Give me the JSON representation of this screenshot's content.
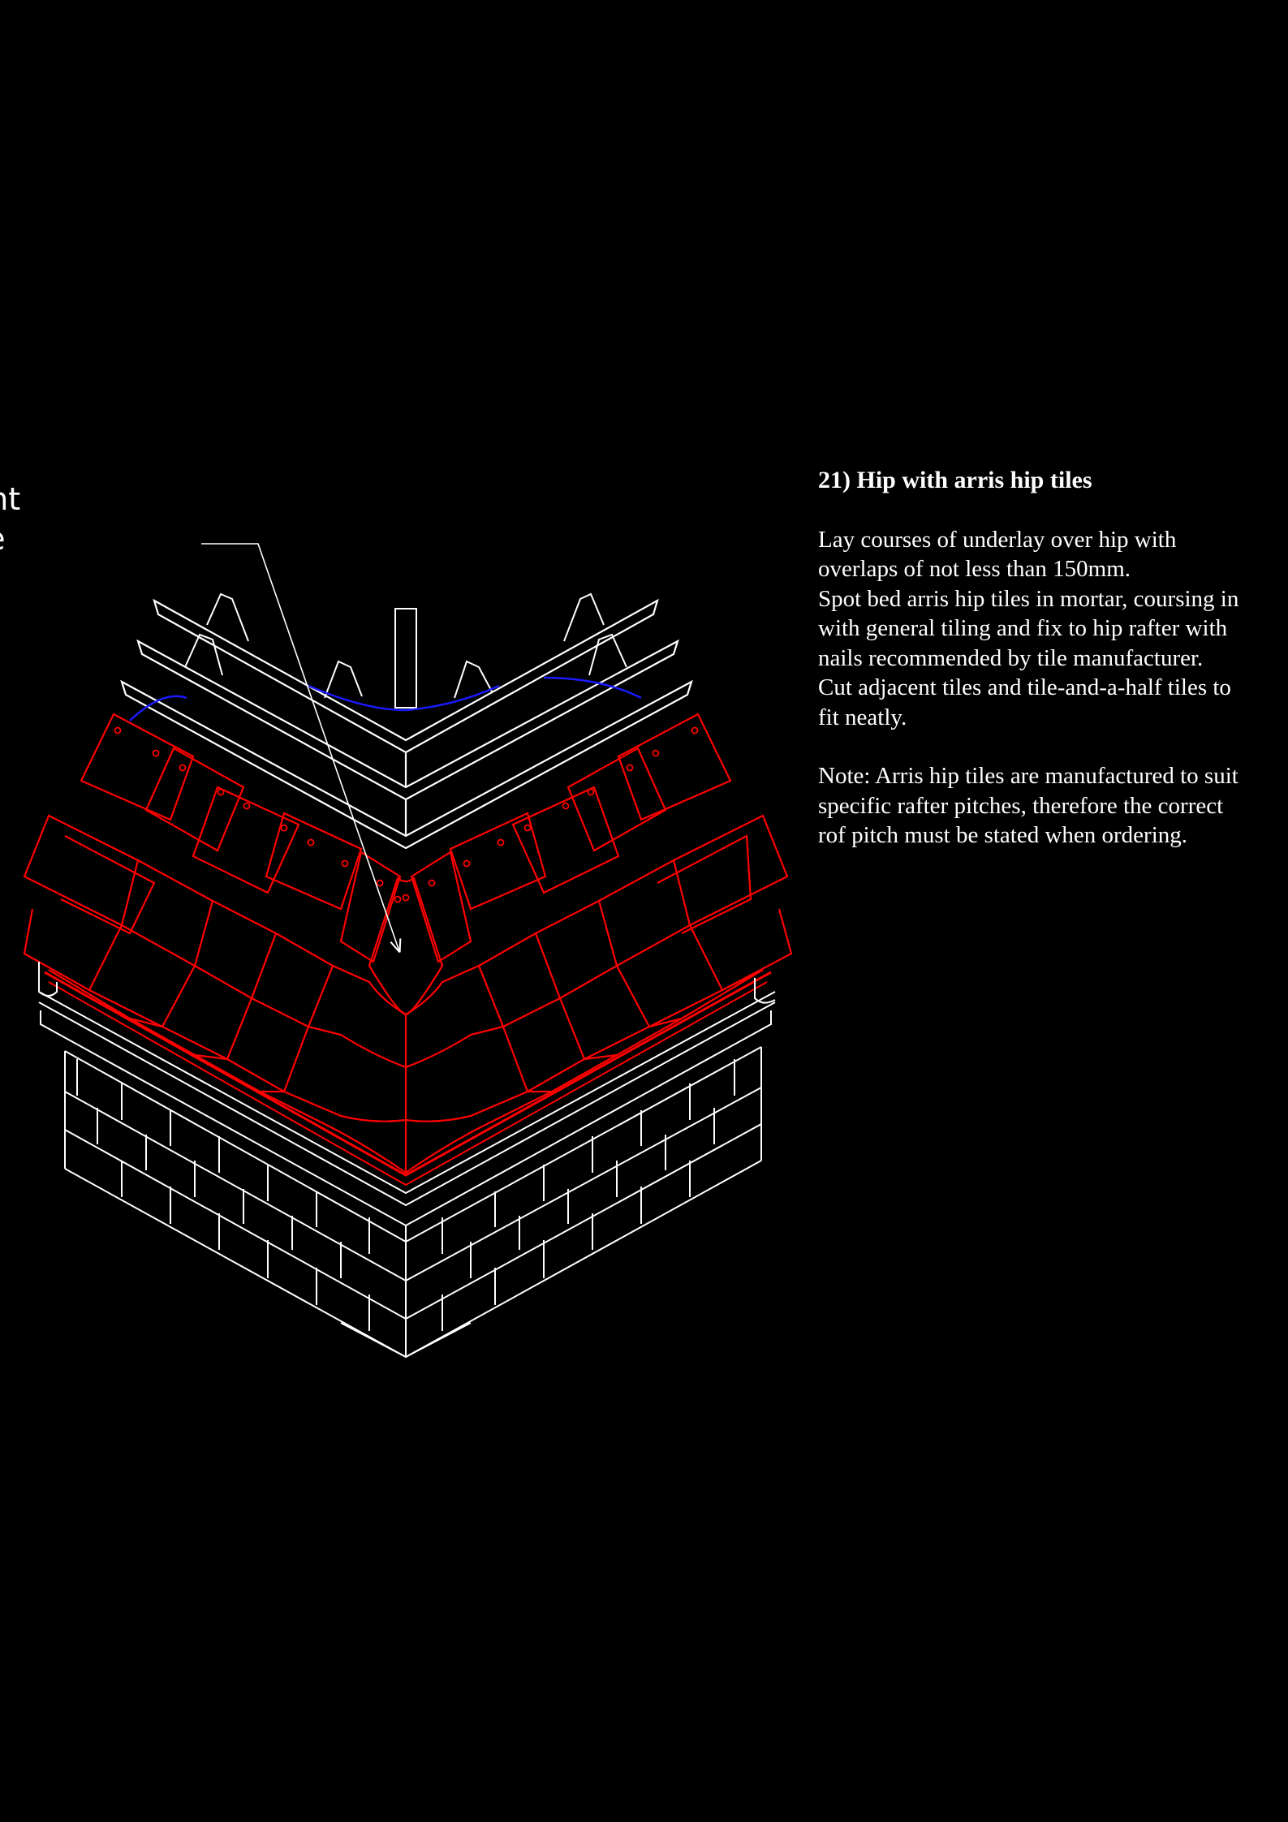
{
  "label": {
    "line1": "ght",
    "line2": "ile"
  },
  "notes": {
    "title": "21) Hip with arris hip tiles",
    "body_lines": [
      "Lay courses of underlay over hip with",
      "overlaps of not less than 150mm.",
      "Spot bed arris hip tiles in mortar, coursing in",
      "with general tiling and fix to hip rafter with",
      "nails recommended by tile manufacturer.",
      "Cut adjacent tiles and tile-and-a-half tiles to",
      "fit neatly."
    ],
    "note_lines": [
      "Note: Arris hip tiles are manufactured to suit",
      "specific rafter pitches, therefore the correct",
      "rof pitch must be stated when ordering."
    ]
  },
  "colors": {
    "background": "#000000",
    "linework": "#ffffff",
    "tiles": "#ff0000",
    "underlay": "#1a1aff"
  },
  "icons": {
    "leader": "leader-arrow",
    "hip": "arris-hip-icon"
  }
}
